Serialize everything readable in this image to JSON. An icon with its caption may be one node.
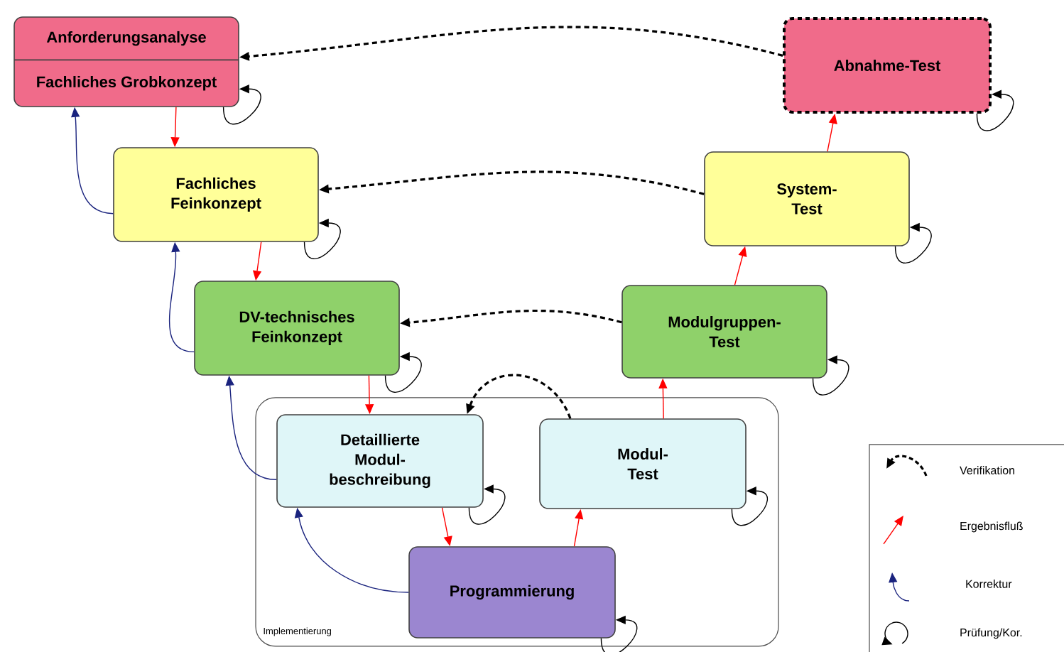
{
  "diagram": {
    "nodes": [
      {
        "text": [
          "Anforderungsanalyse",
          "Fachliches Grobkonzept"
        ]
      },
      {
        "text": [
          "Fachliches Feinkonzept"
        ]
      },
      {
        "text": [
          "DV-technisches Feinkonzept"
        ]
      },
      {
        "text": [
          "Implementierung"
        ]
      },
      {
        "text": [
          "Detaillierte Modul-beschreibung"
        ],
        "in": 3
      },
      {
        "text": [
          "Modul-Test"
        ],
        "in": 3
      },
      {
        "text": [
          "Programmierung"
        ],
        "in": 3
      },
      {
        "text": [
          "Modulgruppen-Test"
        ]
      },
      {
        "text": [
          "System-Test"
        ]
      },
      {
        "text": [
          "Abnahme-Test"
        ]
      }
    ],
    "edges": [
      {
        "from": 9,
        "to": 0,
        "arrow": "to",
        "style": "dashed"
      },
      {
        "from": 8,
        "to": 1,
        "arrow": "to",
        "style": "dashed"
      },
      {
        "from": 7,
        "to": 2,
        "arrow": "to",
        "style": "dashed"
      },
      {
        "from": 5,
        "to": 4,
        "arrow": "to",
        "style": "dashed"
      },
      {
        "from": 0,
        "to": 1,
        "arrow": "to",
        "color": "#ff0000"
      },
      {
        "from": 1,
        "to": 2,
        "arrow": "to",
        "color": "#ff0000"
      },
      {
        "from": 2,
        "to": 4,
        "arrow": "to",
        "color": "#ff0000"
      },
      {
        "from": 4,
        "to": 6,
        "arrow": "to",
        "color": "#ff0000"
      },
      {
        "from": 6,
        "to": 5,
        "arrow": "to",
        "color": "#ff0000"
      },
      {
        "from": 5,
        "to": 7,
        "arrow": "to",
        "color": "#ff0000"
      },
      {
        "from": 7,
        "to": 8,
        "arrow": "to",
        "color": "#ff0000"
      },
      {
        "from": 8,
        "to": 9,
        "arrow": "to",
        "color": "#ff0000"
      },
      {
        "from": 1,
        "to": 0,
        "arrow": "to",
        "color": "#1a237e"
      },
      {
        "from": 2,
        "to": 1,
        "arrow": "to",
        "color": "#1a237e"
      },
      {
        "from": 4,
        "to": 2,
        "arrow": "to",
        "color": "#1a237e"
      },
      {
        "from": 6,
        "to": 4,
        "arrow": "to",
        "color": "#1a237e"
      },
      {
        "from": 0,
        "to": 0,
        "arrow": "to"
      },
      {
        "from": 1,
        "to": 1,
        "arrow": "to"
      },
      {
        "from": 2,
        "to": 2,
        "arrow": "to"
      },
      {
        "from": 4,
        "to": 4,
        "arrow": "to"
      },
      {
        "from": 5,
        "to": 5,
        "arrow": "to"
      },
      {
        "from": 6,
        "to": 6,
        "arrow": "to"
      },
      {
        "from": 7,
        "to": 7,
        "arrow": "to"
      },
      {
        "from": 8,
        "to": 8,
        "arrow": "to"
      },
      {
        "from": 9,
        "to": 9,
        "arrow": "to"
      }
    ],
    "legend": [
      {
        "text": "Verifikation"
      },
      {
        "text": "Ergebnisfluß"
      },
      {
        "text": "Korrektur"
      },
      {
        "text": "Prüfung/Kor."
      }
    ]
  }
}
